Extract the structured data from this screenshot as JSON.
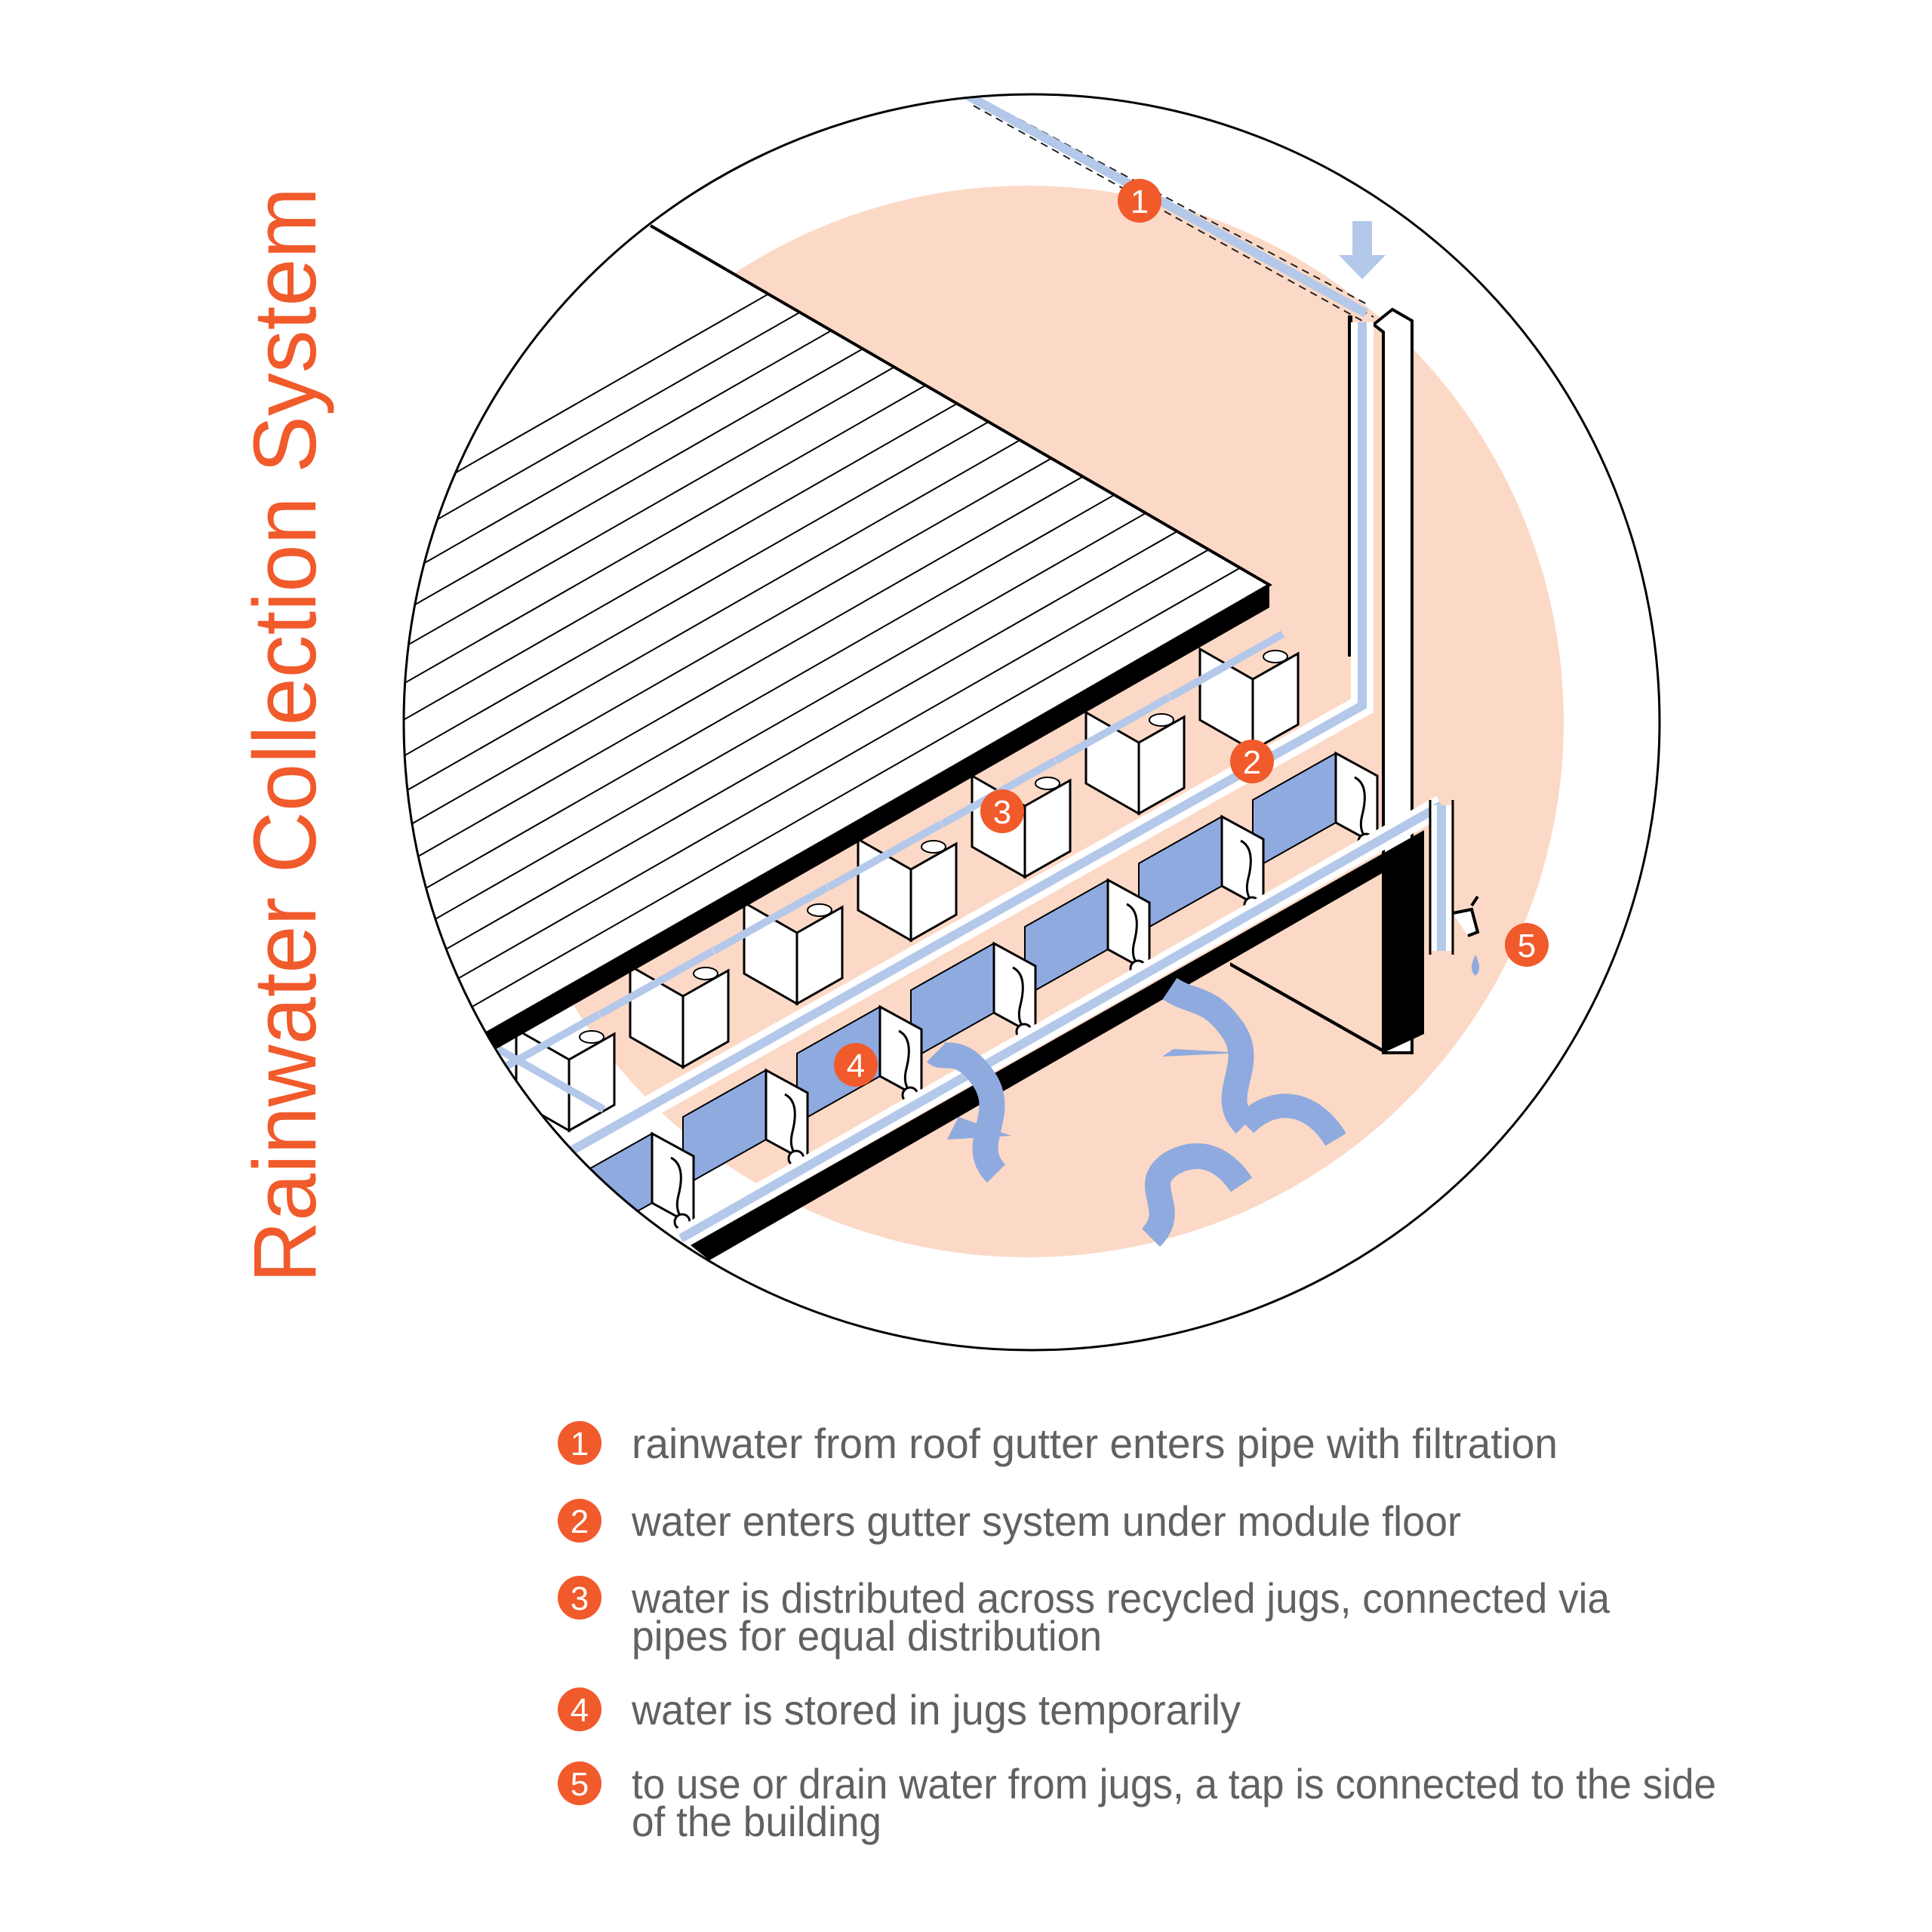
{
  "title": "Rainwater Collection System",
  "colors": {
    "accent": "#F15A2B",
    "peach": "#FCD9C6",
    "water_light": "#B4C8EA",
    "water_jug": "#8FAADF",
    "text": "#616161"
  },
  "markers": [
    "1",
    "2",
    "3",
    "4",
    "5"
  ],
  "legend": [
    {
      "num": "1",
      "lines": [
        "rainwater from roof gutter enters pipe with filtration"
      ]
    },
    {
      "num": "2",
      "lines": [
        "water enters gutter system under module floor"
      ]
    },
    {
      "num": "3",
      "lines": [
        "water is distributed across recycled jugs, connected via",
        "pipes for equal distribution"
      ]
    },
    {
      "num": "4",
      "lines": [
        "water is stored in jugs temporarily"
      ]
    },
    {
      "num": "5",
      "lines": [
        "to use or drain water from jugs, a tap is connected to the side",
        "of the building"
      ]
    }
  ]
}
